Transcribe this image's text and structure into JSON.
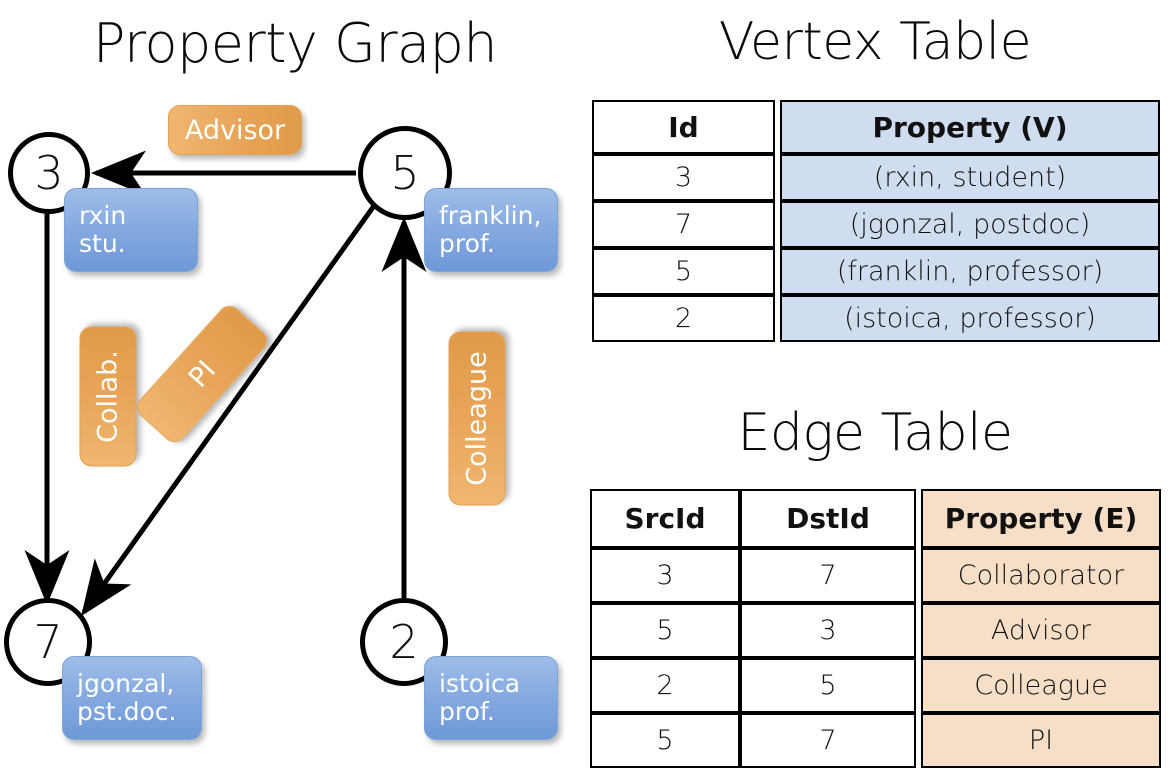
{
  "titles": {
    "property_graph": "Property Graph",
    "vertex_table": "Vertex Table",
    "edge_table": "Edge Table"
  },
  "graph": {
    "nodes": [
      {
        "id": "3",
        "name": "rxin",
        "role": "stu."
      },
      {
        "id": "5",
        "name": "franklin,",
        "role": "prof."
      },
      {
        "id": "7",
        "name": "jgonzal,",
        "role": "pst.doc."
      },
      {
        "id": "2",
        "name": "istoica",
        "role": "prof."
      }
    ],
    "edge_labels": {
      "advisor": "Advisor",
      "collab": "Collab.",
      "pi": "PI",
      "colleague": "Colleague"
    },
    "colors": {
      "node_property_blue": "#87abe0",
      "edge_label_orange": "#e8a457",
      "stroke": "#000000"
    }
  },
  "vertex_table": {
    "headers": [
      "Id",
      "Property (V)"
    ],
    "rows": [
      {
        "id": "3",
        "property": "(rxin, student)"
      },
      {
        "id": "7",
        "property": "(jgonzal, postdoc)"
      },
      {
        "id": "5",
        "property": "(franklin, professor)"
      },
      {
        "id": "2",
        "property": "(istoica, professor)"
      }
    ],
    "property_column_fill": "#d0dcef"
  },
  "edge_table": {
    "headers": [
      "SrcId",
      "DstId",
      "Property (E)"
    ],
    "rows": [
      {
        "src": "3",
        "dst": "7",
        "property": "Collaborator"
      },
      {
        "src": "5",
        "dst": "3",
        "property": "Advisor"
      },
      {
        "src": "2",
        "dst": "5",
        "property": "Colleague"
      },
      {
        "src": "5",
        "dst": "7",
        "property": "PI"
      }
    ],
    "property_column_fill": "#f6dfc6"
  }
}
